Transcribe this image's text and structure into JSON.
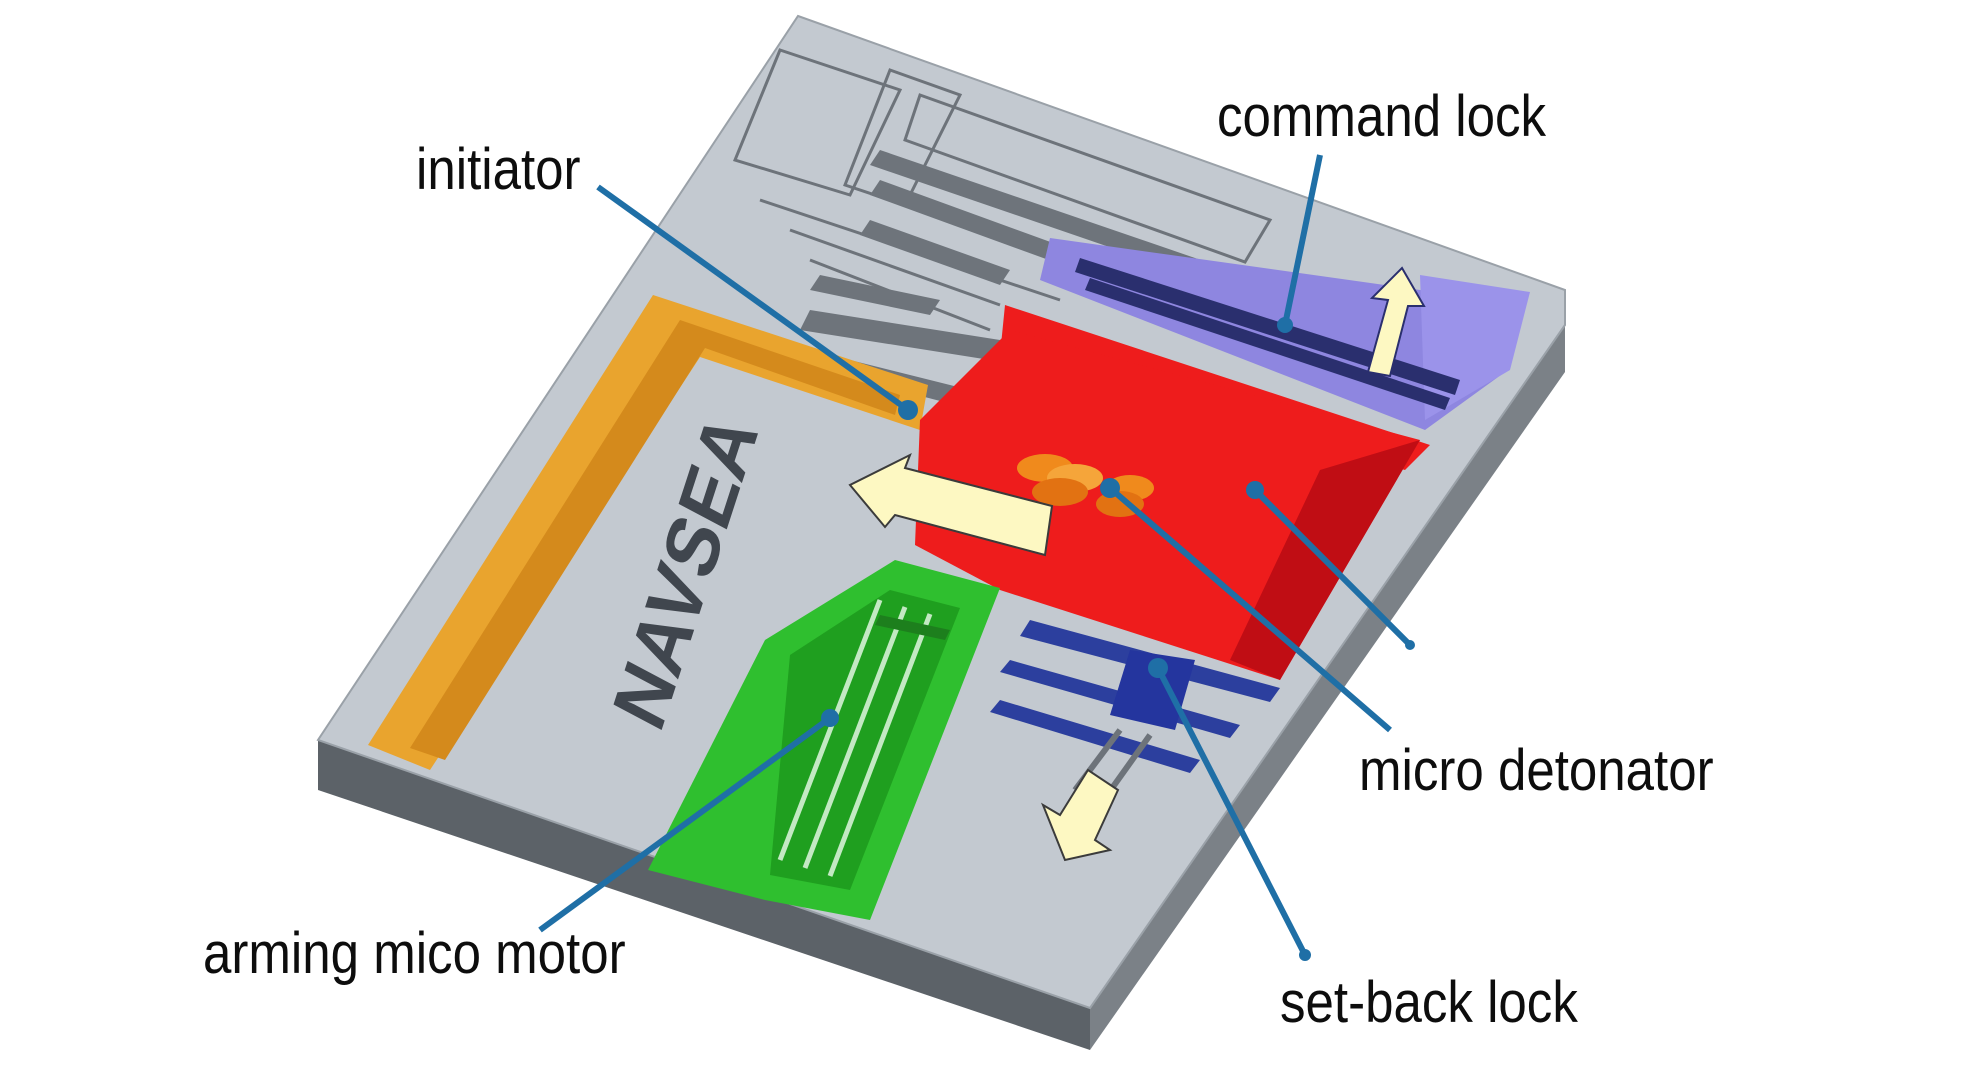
{
  "labels": {
    "command_lock": "command lock",
    "initiator": "initiator",
    "micro_detonator": "micro detonator",
    "arming_motor": "arming mico motor",
    "set_back_lock": "set-back lock"
  },
  "chip_marking": "NAVSEA",
  "colors": {
    "substrate_top": "#c3c9d0",
    "substrate_edge": "#5c6268",
    "slider": "#ee1c1c",
    "slider_shade": "#c00d14",
    "initiator_frame": "#e9a42e",
    "arming_motor": "#2fbf2f",
    "command_lock": "#8e86e0",
    "set_back_lock": "#2c3f9e",
    "arrow_fill": "#fdf8c2",
    "leader_line": "#1f6fa6"
  }
}
